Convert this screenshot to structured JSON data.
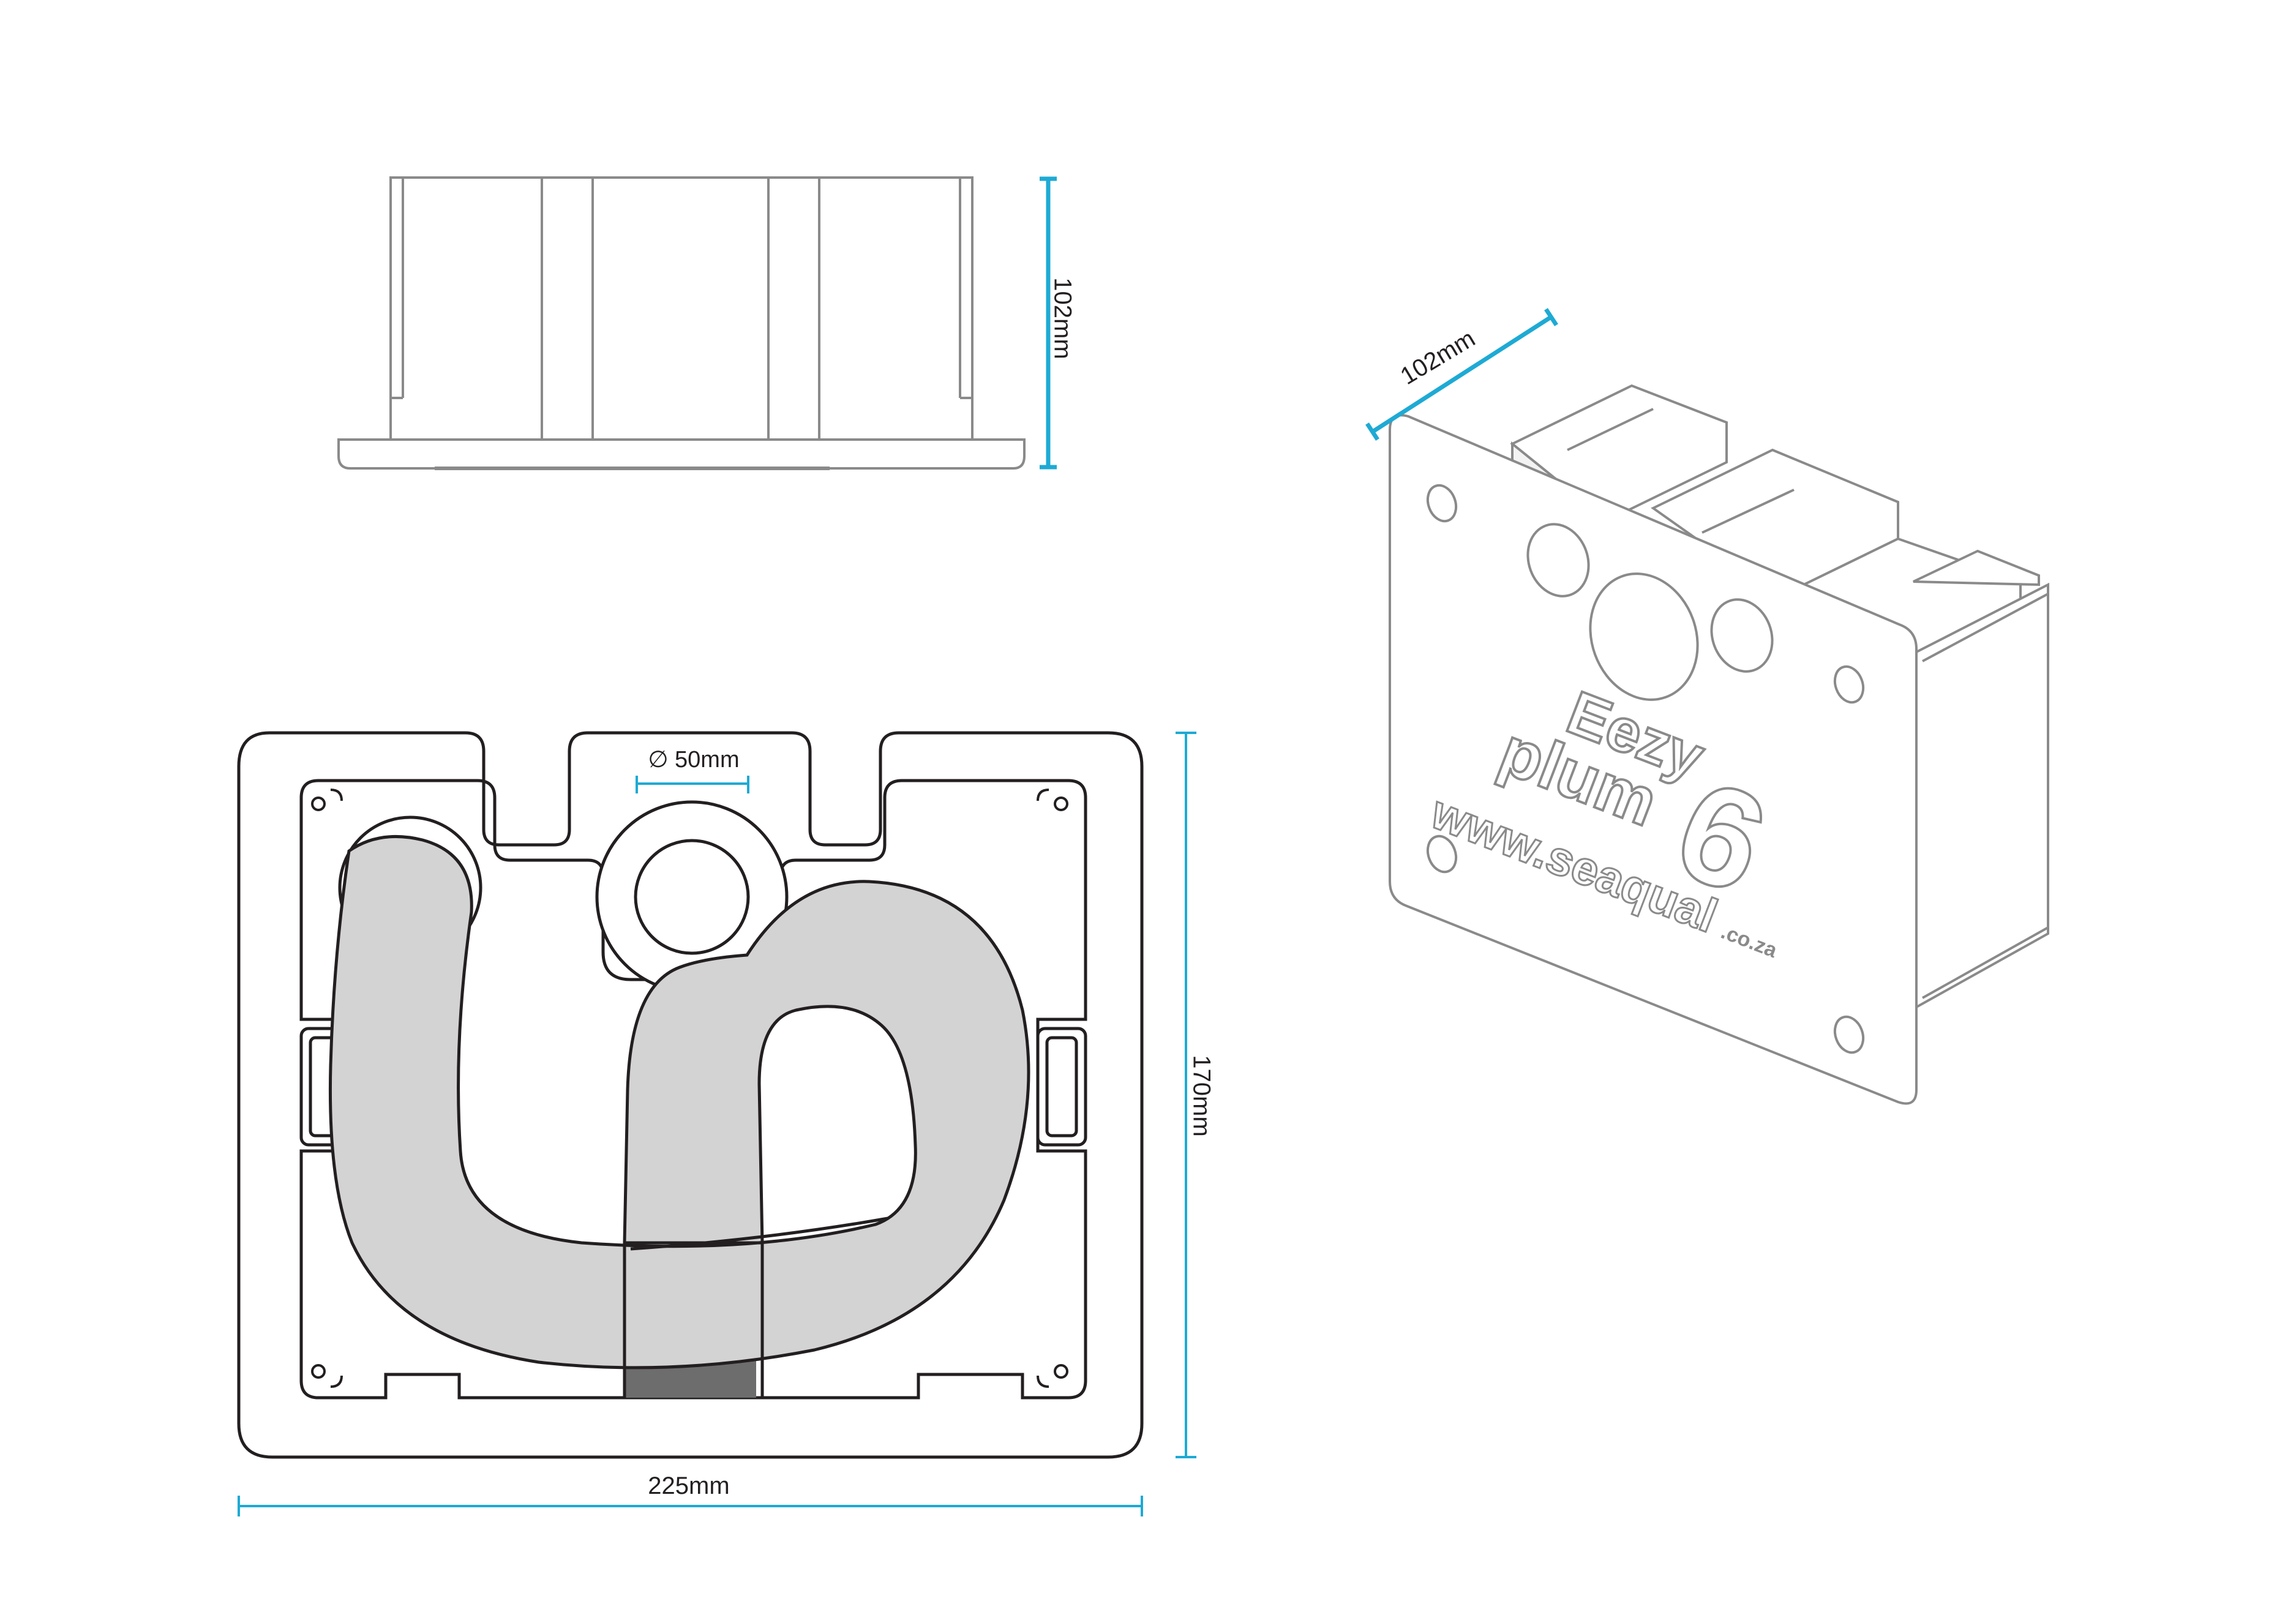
{
  "dimensions": {
    "side_height": "102mm",
    "front_height": "170mm",
    "front_width": "225mm",
    "iso_depth": "102mm",
    "pipe_diameter": "∅ 50mm"
  },
  "logo": {
    "line1": "Eezy",
    "line2": "plum",
    "number": "6",
    "website": "www.seaqual",
    "website_suffix": ".co.za"
  },
  "colors": {
    "dimension_line": "#1eaad4",
    "outline": "#231f20",
    "iso_outline": "#8a8a8a",
    "hose_fill": "#d3d3d3",
    "hose_dark": "#6d6d6d"
  },
  "icons": [
    "dimension-arrow-icon"
  ]
}
